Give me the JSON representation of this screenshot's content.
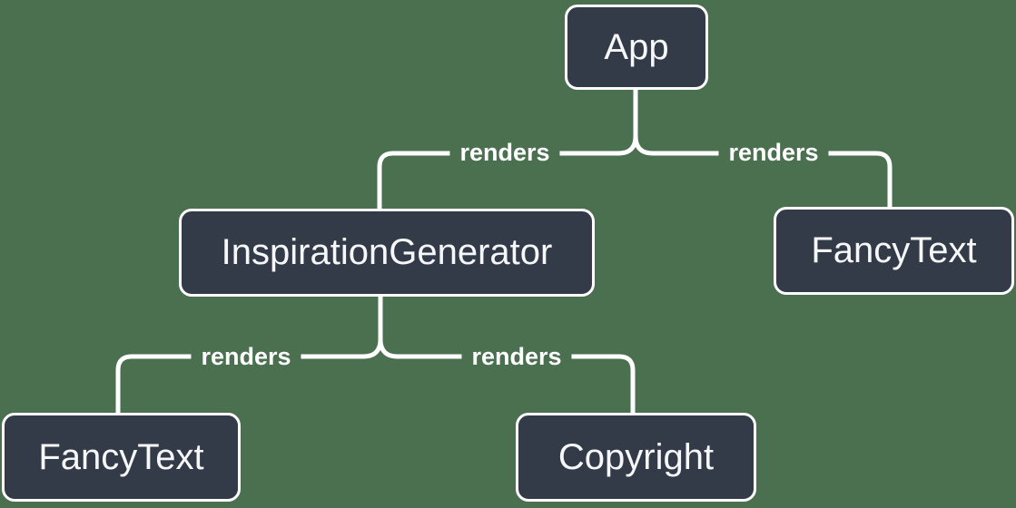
{
  "colors": {
    "background": "#4A7050",
    "node_fill": "#343B48",
    "node_border": "#FFFFFF",
    "line": "#FFFFFF",
    "text": "#F6F7F9"
  },
  "diagram": {
    "type": "component-render-tree",
    "nodes": [
      {
        "id": "app",
        "label": "App"
      },
      {
        "id": "inspiration-generator",
        "label": "InspirationGenerator"
      },
      {
        "id": "fancy-text-top",
        "label": "FancyText"
      },
      {
        "id": "fancy-text-bottom",
        "label": "FancyText"
      },
      {
        "id": "copyright",
        "label": "Copyright"
      }
    ],
    "edges": [
      {
        "from": "App",
        "to": "InspirationGenerator",
        "label": "renders"
      },
      {
        "from": "App",
        "to": "FancyText",
        "label": "renders"
      },
      {
        "from": "InspirationGenerator",
        "to": "FancyText",
        "label": "renders"
      },
      {
        "from": "InspirationGenerator",
        "to": "Copyright",
        "label": "renders"
      }
    ]
  }
}
